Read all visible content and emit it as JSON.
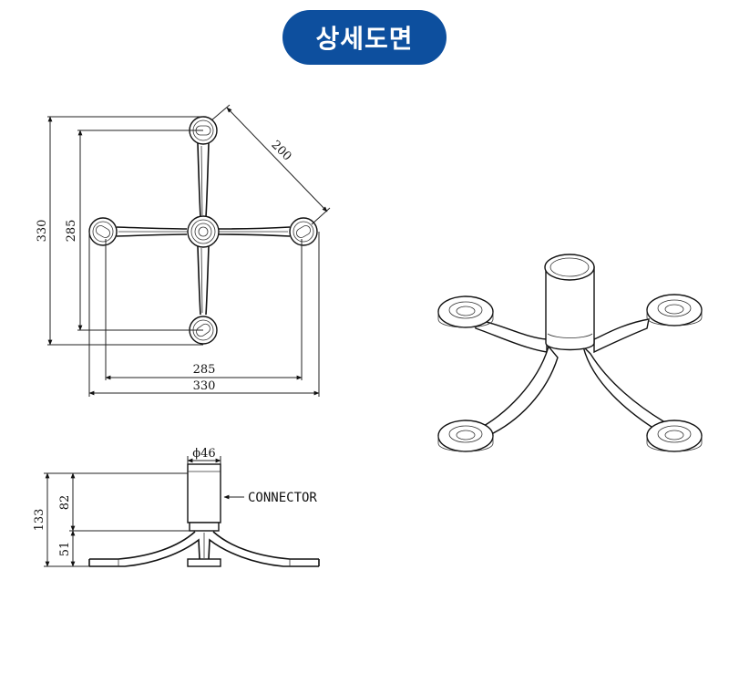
{
  "title": "상세도면",
  "top_view": {
    "dim_height_outer": "330",
    "dim_height_inner": "285",
    "dim_diagonal": "200",
    "dim_width_inner": "285",
    "dim_width_outer": "330"
  },
  "side_view": {
    "dim_diameter": "ϕ46",
    "dim_total_height": "133",
    "dim_connector_height": "82",
    "dim_base_height": "51",
    "connector_label": "CONNECTOR"
  },
  "colors": {
    "title_bg": "#0d4f9e",
    "title_text": "#ffffff",
    "line": "#111111"
  }
}
